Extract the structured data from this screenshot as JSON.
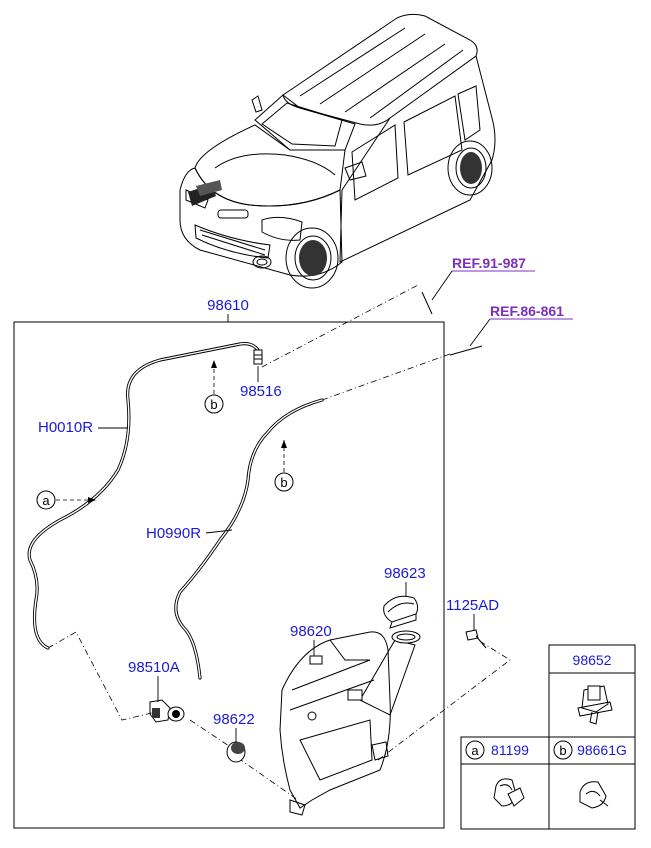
{
  "diagram": {
    "main_assembly": "98610",
    "refs": [
      {
        "id": "ref-91",
        "text": "REF.91-987"
      },
      {
        "id": "ref-86",
        "text": "REF.86-861"
      }
    ],
    "parts": {
      "nozzle": "98516",
      "hose_left": "H0010R",
      "hose_right": "H0990R",
      "pump": "98510A",
      "grommet": "98622",
      "reservoir": "98620",
      "cap": "98623",
      "bolt": "1125AD"
    },
    "markers": {
      "a": "a",
      "b": "b"
    },
    "legend": {
      "top": {
        "part": "98652"
      },
      "cells": [
        {
          "marker": "a",
          "part": "81199"
        },
        {
          "marker": "b",
          "part": "98661G"
        }
      ]
    }
  }
}
